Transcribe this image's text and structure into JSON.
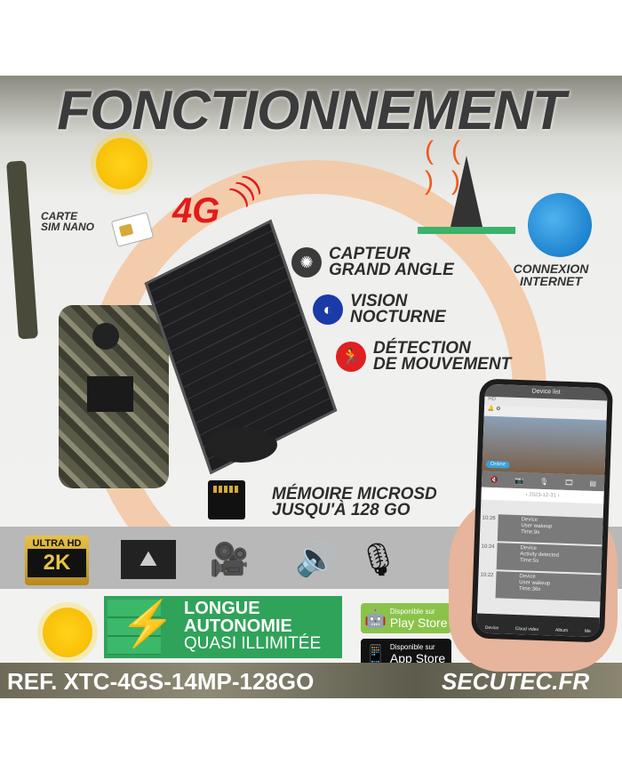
{
  "title": "FONCTIONNEMENT",
  "labels": {
    "sim": "CARTE SIM NANO",
    "network": "4G",
    "internet": "CONNEXION INTERNET",
    "memory_line1": "MÉMOIRE MICROSD",
    "memory_line2": "JUSQU'À 128 GO"
  },
  "features": [
    {
      "line1": "CAPTEUR",
      "line2": "GRAND ANGLE",
      "icon": "aperture-icon",
      "color": "#3a3a3a"
    },
    {
      "line1": "VISION",
      "line2": "NOCTURNE",
      "icon": "night-vision-icon",
      "color": "#1a3aa8"
    },
    {
      "line1": "DÉTECTION",
      "line2": "DE MOUVEMENT",
      "icon": "motion-icon",
      "color": "#e02020"
    }
  ],
  "badges": {
    "uhd_top": "ULTRA HD",
    "uhd_main": "2K"
  },
  "battery": {
    "line1": "LONGUE",
    "line2": "AUTONOMIE",
    "line3": "QUASI ILLIMITÉE"
  },
  "stores": [
    {
      "small": "Disponible sur",
      "name": "Play Store",
      "color": "#8bc34a"
    },
    {
      "small": "Disponible sur",
      "name": "App Store",
      "color": "#111111"
    }
  ],
  "reference": "REF. XTC-4GS-14MP-128GO",
  "brand": "SECUTEC.FR",
  "phone": {
    "header": "Device list",
    "hd": "HD",
    "status": "Online",
    "date": "2023-12-31",
    "events": [
      {
        "time": "10:26",
        "title": "Device",
        "type": "User wakeup",
        "duration": "Time:9s"
      },
      {
        "time": "10:24",
        "title": "Device",
        "type": "Activity detected",
        "duration": "Time:5s"
      },
      {
        "time": "10:22",
        "title": "Device",
        "type": "User wakeup",
        "duration": "Time:36s"
      }
    ],
    "nav": [
      "Device",
      "Cloud video",
      "Album",
      "Me"
    ]
  }
}
